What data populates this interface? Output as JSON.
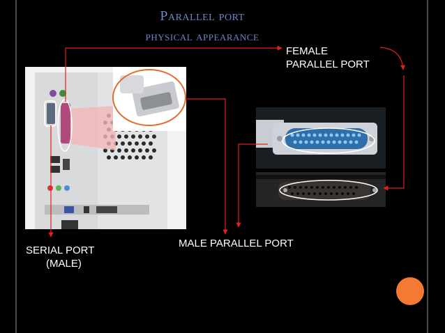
{
  "title": {
    "line1_first": "P",
    "line1_rest": "arallel port",
    "line2": "physical appearance"
  },
  "labels": {
    "female_line1": "FEMALE",
    "female_line2": "PARALLEL PORT",
    "male": "MALE PARALLEL PORT",
    "serial_line1": "SERIAL PORT",
    "serial_line2": "(MALE)"
  },
  "colors": {
    "title": "#6f86c6",
    "arrows": "#e02020",
    "accent": "#f47a33",
    "background": "#000000"
  }
}
